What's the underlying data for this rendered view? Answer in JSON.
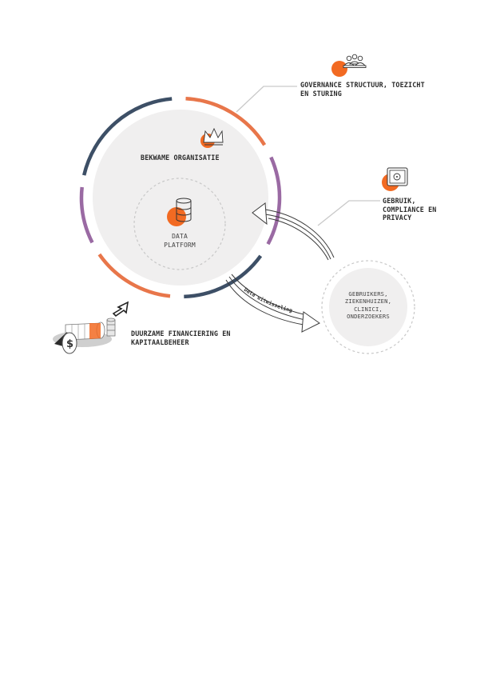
{
  "labels": {
    "governance": [
      "GOVERNANCE STRUCTUUR, TOEZICHT",
      "EN STURING"
    ],
    "organisation": "BEKWAME ORGANISATIE",
    "platform": [
      "DATA",
      "PLATFORM"
    ],
    "usage": [
      "GEBRUIK,",
      "COMPLIANCE EN",
      "PRIVACY"
    ],
    "funding": [
      "DUURZAME FINANCIERING EN",
      "KAPITAALBEHEER"
    ],
    "users": [
      "GEBRUIKERS,",
      "ZIEKENHUIZEN,",
      "CLINICI,",
      "ONDERZOEKERS"
    ],
    "exchange": "Data uitwisseling"
  },
  "icons": {
    "governance": "people-group-icon",
    "organisation": "crown-icon",
    "platform": "database-icon",
    "usage": "safe-icon",
    "funding": "coin-stack-icon",
    "funding_arrow": "arrow-up-right-icon"
  },
  "colors": {
    "orange": "#f26a22",
    "salmon": "#e8764a",
    "navy": "#3d4f66",
    "purple": "#9a6aa3",
    "circle_fill": "#f0efef",
    "dashed": "#c8c8c8"
  }
}
